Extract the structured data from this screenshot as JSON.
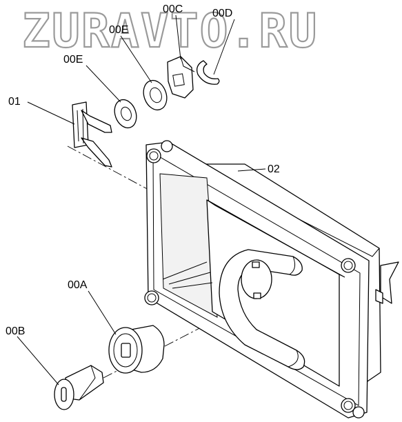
{
  "watermark": "ZURAVTO.RU",
  "callouts": {
    "c00C": "00C",
    "c00D": "00D",
    "c00E_top": "00E",
    "c00E_left": "00E",
    "c01": "01",
    "c02": "02",
    "c00A": "00A",
    "c00B": "00B"
  },
  "colors": {
    "line": "#000000",
    "watermark_outline": "#9a9a9a",
    "background": "#ffffff"
  }
}
